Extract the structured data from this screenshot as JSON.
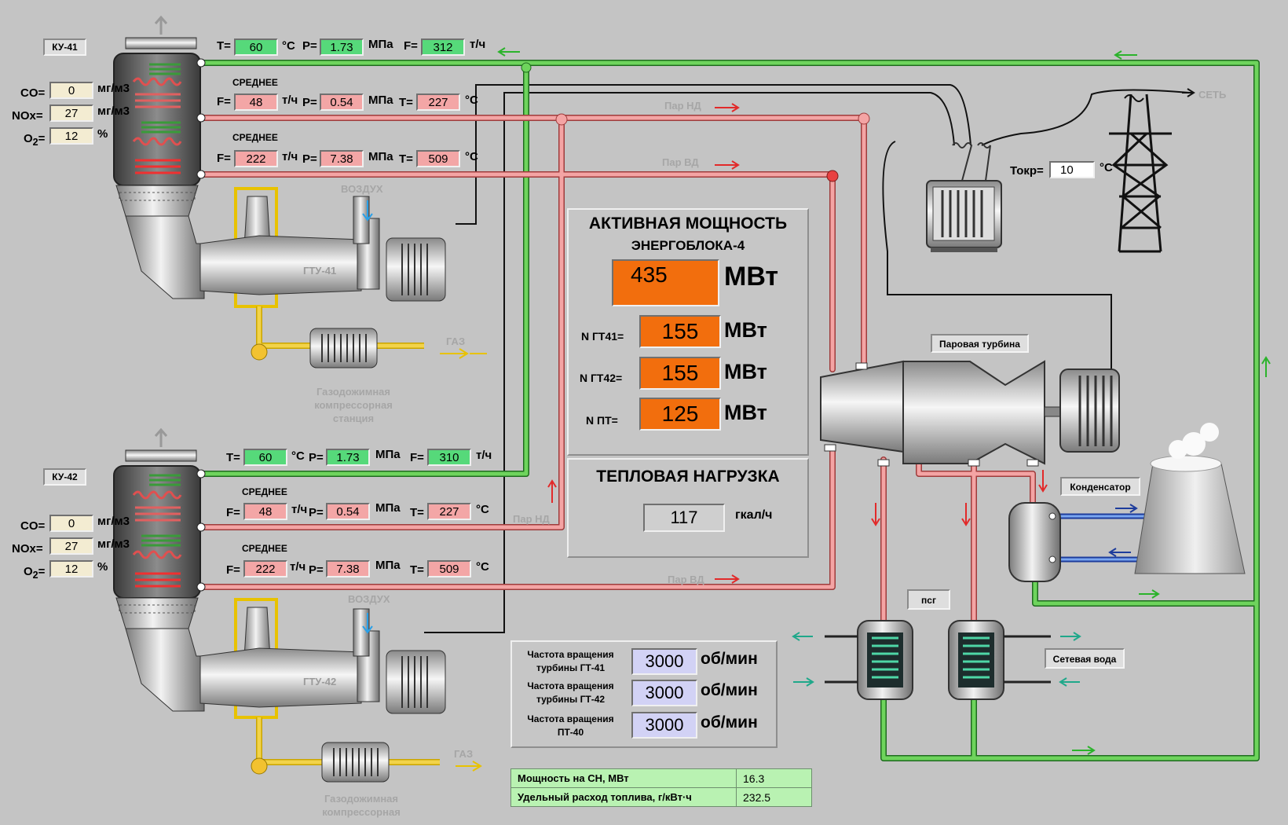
{
  "ku41": {
    "tag": "КУ-41",
    "top": {
      "T": "60",
      "T_unit": "°С",
      "P": "1.73",
      "P_unit": "МПа",
      "F": "312",
      "F_unit": "т/ч"
    },
    "mid": {
      "caption": "СРЕДНЕЕ",
      "F": "48",
      "F_unit": "т/ч",
      "P": "0.54",
      "P_unit": "МПа",
      "T": "227",
      "T_unit": "°С"
    },
    "hi": {
      "caption": "СРЕДНЕЕ",
      "F": "222",
      "F_unit": "т/ч",
      "P": "7.38",
      "P_unit": "МПа",
      "T": "509",
      "T_unit": "°С"
    },
    "co": {
      "label": "CO=",
      "value": "0",
      "unit": "мг/м3"
    },
    "nox": {
      "label": "NOx=",
      "value": "27",
      "unit": "мг/м3"
    },
    "o2": {
      "label": "O",
      "sub": "2",
      "eq": "=",
      "value": "12",
      "unit": "%"
    }
  },
  "ku42": {
    "tag": "КУ-42",
    "top": {
      "T": "60",
      "T_unit": "°С",
      "P": "1.73",
      "P_unit": "МПа",
      "F": "310",
      "F_unit": "т/ч"
    },
    "mid": {
      "caption": "СРЕДНЕЕ",
      "F": "48",
      "F_unit": "т/ч",
      "P": "0.54",
      "P_unit": "МПа",
      "T": "227",
      "T_unit": "°С"
    },
    "hi": {
      "caption": "СРЕДНЕЕ",
      "F": "222",
      "F_unit": "т/ч",
      "P": "7.38",
      "P_unit": "МПа",
      "T": "509",
      "T_unit": "°С"
    },
    "co": {
      "label": "CO=",
      "value": "0",
      "unit": "мг/м3"
    },
    "nox": {
      "label": "NOx=",
      "value": "27",
      "unit": "мг/м3"
    },
    "o2": {
      "label": "O",
      "sub": "2",
      "eq": "=",
      "value": "12",
      "unit": "%"
    }
  },
  "labels": {
    "t_eq": "T=",
    "p_eq": "P=",
    "f_eq": "F=",
    "par_nd": "Пар НД",
    "par_vd": "Пар ВД",
    "vozduh": "ВОЗДУХ",
    "gaz": "ГАЗ",
    "gtu41": "ГТУ-41",
    "gtu42": "ГТУ-42",
    "compressor1": [
      "Газодожимная",
      "компрессорная",
      "станция"
    ],
    "compressor2": [
      "Газодожимная",
      "компрессорная"
    ],
    "set": "СЕТЬ",
    "tokr_label": "Токр=",
    "tokr_value": "10",
    "tokr_unit": "°С",
    "steam_turbine": "Паровая турбина",
    "condenser": "Конденсатор",
    "psg": "псг",
    "network_water": "Сетевая вода"
  },
  "power": {
    "title1": "АКТИВНАЯ МОЩНОСТЬ",
    "title2": "ЭНЕРГОБЛОКА-4",
    "total": "435",
    "unit": "МВт",
    "rows": [
      {
        "label": "N ГТ41=",
        "value": "155",
        "unit": "МВт"
      },
      {
        "label": "N ГТ42=",
        "value": "155",
        "unit": "МВт"
      },
      {
        "label": "N ПТ=",
        "value": "125",
        "unit": "МВт"
      }
    ]
  },
  "heat": {
    "title": "ТЕПЛОВАЯ НАГРУЗКА",
    "value": "117",
    "unit": "гкал/ч"
  },
  "rpm": [
    {
      "label1": "Частота вращения",
      "label2": "турбины ГТ-41",
      "value": "3000",
      "unit": "об/мин"
    },
    {
      "label1": "Частота вращения",
      "label2": "турбины ГТ-42",
      "value": "3000",
      "unit": "об/мин"
    },
    {
      "label1": "Частота вращения",
      "label2": "ПТ-40",
      "value": "3000",
      "unit": "об/мин"
    }
  ],
  "summary": [
    {
      "label": "Мощность на СН, МВт",
      "value": "16.3"
    },
    {
      "label": "Удельный расход топлива, г/кВт·ч",
      "value": "232.5"
    }
  ],
  "colors": {
    "bg": "#c4c4c4",
    "green_pipe": "#5fc04f",
    "red_pipe": "#ef8f8f",
    "field_green": "#56d97a",
    "field_pink": "#f3a6a6",
    "field_orange": "#f26e0d",
    "field_lavender": "#d2d2f5",
    "summary_bg": "#b9f2b2",
    "arrow_red": "#e22a2a",
    "arrow_green": "#2bb32b",
    "arrow_blue": "#2aa0e8"
  }
}
